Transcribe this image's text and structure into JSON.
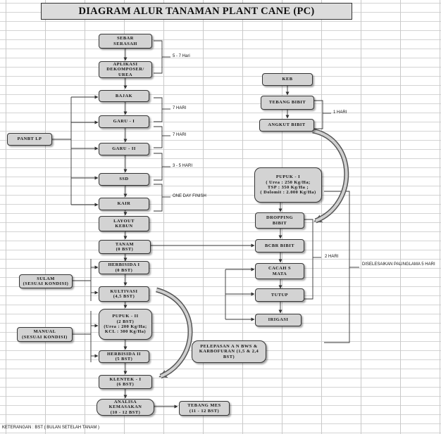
{
  "title": "DIAGRAM ALUR TANAMAN PLANT CANE (PC)",
  "nodes": {
    "sebar": [
      "SEBAR",
      "SERASAH"
    ],
    "aplikasi": [
      "APLIKASI",
      "DEKOMPOSER/",
      "UREA"
    ],
    "bajak": [
      "BAJAK"
    ],
    "garu1": [
      "GARU - I"
    ],
    "garu2": [
      "GARU - II"
    ],
    "ssd": [
      "SSD"
    ],
    "kair": [
      "KAIR"
    ],
    "layout": [
      "LAYOUT",
      "KEBUN"
    ],
    "tanam": [
      "TANAM",
      "(0 BST)"
    ],
    "herbisida1": [
      "HERBISIDA I",
      "(0 BST)"
    ],
    "kultivasi": [
      "KULTIVASI",
      "(4,5 BST)"
    ],
    "pupuk2": [
      "PUPUK - II",
      "(2 BST)",
      "(Urea : 200 Kg/Ha;",
      "KCL : 300 Kg/Ha)"
    ],
    "herbisida2": [
      "HERBISIDA II",
      "(5 BST)"
    ],
    "klenteki": [
      "KLENTEK - I",
      "(6 BST)"
    ],
    "analisa": [
      "ANALISA",
      "KEMASAKAN",
      "(10 - 12 BST)"
    ],
    "tebangmes": [
      "TEBANG MES",
      "(11 - 12 BST)"
    ],
    "panbtlp": [
      "PANBT LP"
    ],
    "sulam": [
      "SULAM",
      "(SESUAI KONDISI)"
    ],
    "manual": [
      "MANUAL",
      "(SESUAI KONDISI)"
    ],
    "pelepasan": [
      "PELEPASAN A N BWS &",
      "KARBOFURAN (1,5 & 2,4",
      "BST)"
    ],
    "keb": [
      "KEB"
    ],
    "tebangbibit": [
      "TEBANG BIBIT"
    ],
    "angkutbibit": [
      "ANGKUT BIBIT"
    ],
    "pupuk1": [
      "PUPUK - I",
      "( Urea : 250 Kg/Ha;",
      "TSP : 350 Kg/Ha ;",
      "( Dolomit : 2.000 Kg/Ha)"
    ],
    "dropping": [
      "DROPPING",
      "BIBIT"
    ],
    "bcbibit": [
      "BCBR BIBIT"
    ],
    "cacah": [
      "CACAH S",
      "MATA"
    ],
    "tutup": [
      "TUTUP"
    ],
    "irigasi": [
      "IRIGASI"
    ]
  },
  "notes": {
    "hari57": "5 - 7 Hari",
    "hari7a": "7 HARI",
    "hari7b": "7 HARI",
    "hari35": "3 - 5 HARI",
    "oneday": "ONE DAY FINISH",
    "hari1": "1 HARI",
    "hari2": "2 HARI",
    "selesai": [
      "DISELESAIKAN PALING",
      "LAMA 5 HARI"
    ]
  },
  "footer": "KETERANGAN : BST ( BULAN SETELAH TANAM )"
}
